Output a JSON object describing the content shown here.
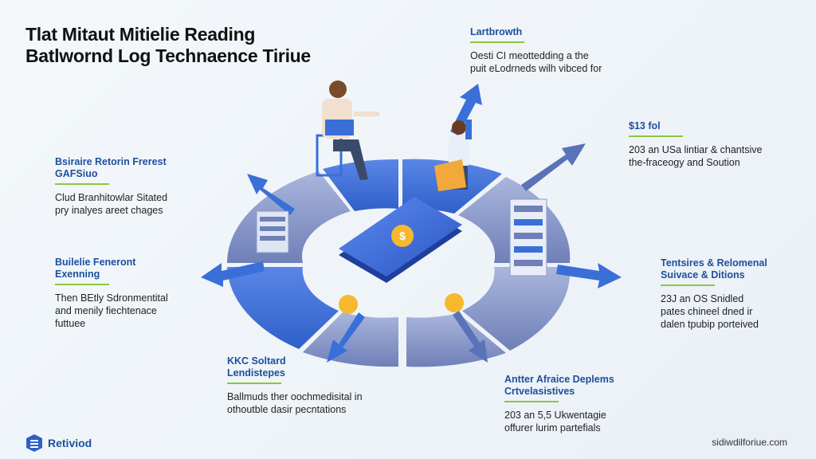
{
  "title": {
    "line1": "Tlat Mitaut Mitielie Reading",
    "line2": "Batlwornd Log Technaence Tiriue"
  },
  "blocks": [
    {
      "heading": "Lartbrowth",
      "lines": [
        "Oesti CI meottedding a the",
        "puit eLodrneds wilh vibced for"
      ]
    },
    {
      "heading": "$13 fol",
      "lines": [
        "203 an USa lintiar & chantsive",
        "the-fraceogy and Soution"
      ]
    },
    {
      "heading": "Bsiraire Retorin Frerest",
      "heading2": "GAFSiuo",
      "lines": [
        "Clud Branhitowlar Sitated",
        "pry inalyes areet chages"
      ]
    },
    {
      "heading": "Builelie Feneront",
      "heading2": "Exenning",
      "lines": [
        "Then BEtly Sdronmentital",
        "and menily fiechtenace",
        "futtuee"
      ]
    },
    {
      "heading": "Tentsires & Relomenal",
      "heading2": "Suivace & Ditions",
      "lines": [
        "23J an OS Snidled",
        "pates chineel dned ir",
        "dalen tpubip porteived"
      ]
    },
    {
      "heading": "KKC Soltard",
      "heading2": "Lendistepes",
      "lines": [
        "Ballmuds ther oochmedisital in",
        "othoutble dasir pecntations"
      ]
    },
    {
      "heading": "Antter Afraice Deplems",
      "heading2": "Crtvelasistives",
      "lines": [
        "203 an 5,5 Ukwentagie",
        "offurer lurim partefials"
      ]
    }
  ],
  "footer": {
    "brand": "Retiviod",
    "site": "sidiwdilforiue.com"
  },
  "colors": {
    "accent": "#1d4f9c",
    "underline": "#8cc63f",
    "ring_blue": "#3f73d9",
    "ring_slate": "#8796c4"
  }
}
